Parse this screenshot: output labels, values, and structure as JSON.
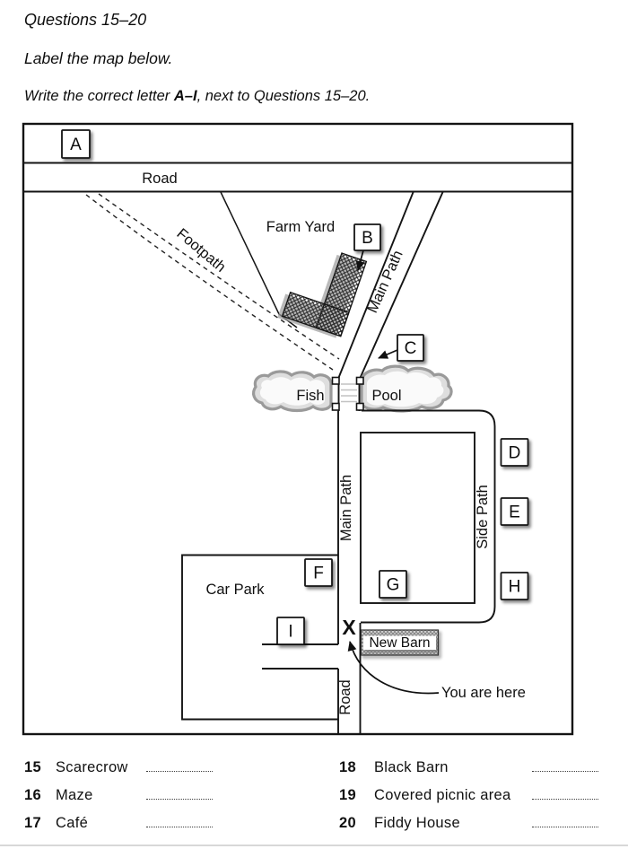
{
  "header": {
    "title": "Questions 15–20",
    "subtitle": "Label the map below.",
    "instruction_prefix": "Write the correct letter ",
    "instruction_bold": "A–I",
    "instruction_suffix": ", next to Questions 15–20."
  },
  "map": {
    "labels": {
      "road_top": "Road",
      "footpath": "Footpath",
      "farm_yard": "Farm Yard",
      "main_path_upper": "Main Path",
      "fish": "Fish",
      "pool": "Pool",
      "main_path_lower": "Main Path",
      "side_path": "Side Path",
      "car_park": "Car Park",
      "new_barn": "New Barn",
      "you_are_here": "You are here",
      "road_bottom": "Road",
      "location_mark": "X"
    },
    "markers": [
      "A",
      "B",
      "C",
      "D",
      "E",
      "F",
      "G",
      "H",
      "I"
    ]
  },
  "questions": {
    "left": [
      {
        "num": "15",
        "label": "Scarecrow"
      },
      {
        "num": "16",
        "label": "Maze"
      },
      {
        "num": "17",
        "label": "Café"
      }
    ],
    "right": [
      {
        "num": "18",
        "label": "Black Barn"
      },
      {
        "num": "19",
        "label": "Covered picnic area"
      },
      {
        "num": "20",
        "label": "Fiddy House"
      }
    ]
  }
}
